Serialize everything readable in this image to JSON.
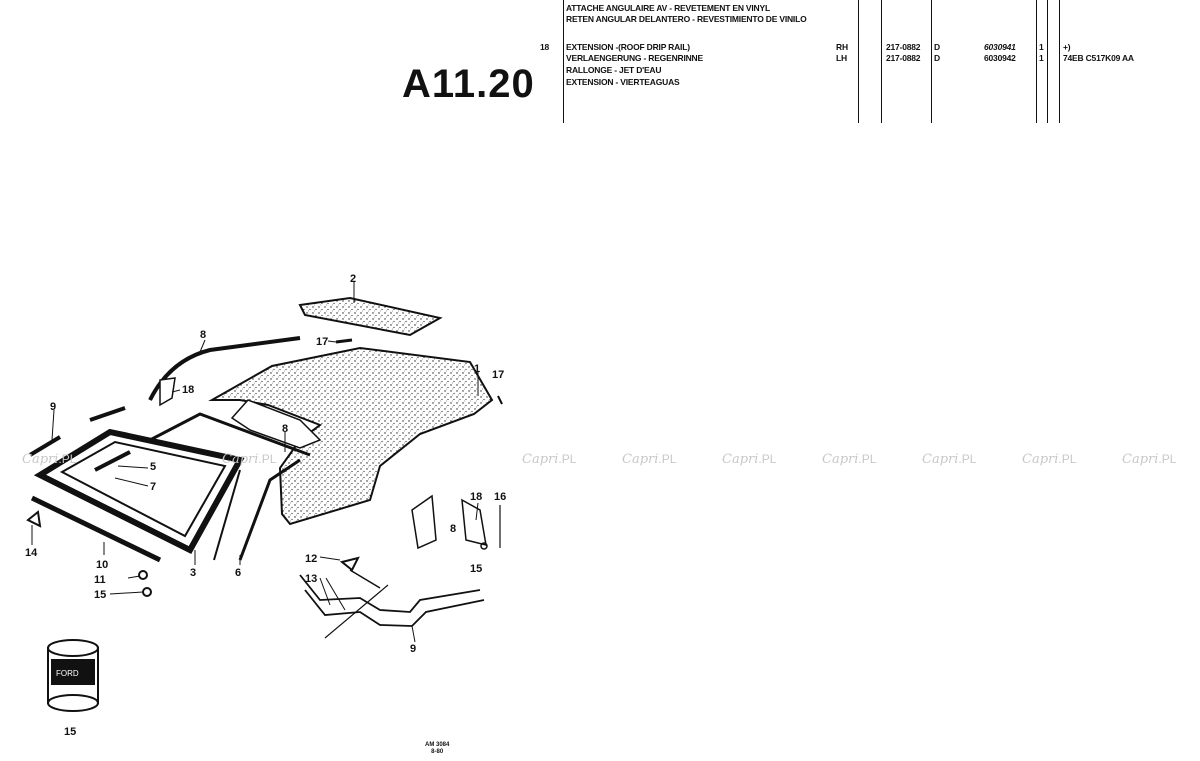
{
  "page": {
    "code": "A11.20"
  },
  "header_rows": [
    {
      "desc": "ATTACHE ANGULAIRE AV - REVETEMENT EN VINYL"
    },
    {
      "desc": "RETEN ANGULAR DELANTERO - REVESTIMIENTO DE VINILO"
    }
  ],
  "part_entry": {
    "item": "18",
    "descriptions": [
      "EXTENSION -(ROOF DRIP RAIL)",
      "VERLAENGERUNG - REGENRINNE",
      "RALLONGE - JET D'EAU",
      "EXTENSION - VIERTEAGUAS"
    ],
    "rows": [
      {
        "side": "RH",
        "ref": "217-0882",
        "code": "D",
        "part_no": "6030941",
        "qty": "1",
        "note": "+)"
      },
      {
        "side": "LH",
        "ref": "217-0882",
        "code": "D",
        "part_no": "6030942",
        "qty": "1",
        "note": "74EB C517K09 AA"
      }
    ]
  },
  "callouts": [
    "1",
    "2",
    "3",
    "5",
    "6",
    "7",
    "8",
    "8",
    "9",
    "9",
    "10",
    "11",
    "12",
    "13",
    "14",
    "15",
    "15",
    "16",
    "17",
    "17",
    "18",
    "18",
    "8"
  ],
  "watermark": {
    "brand": "Capri",
    "suffix": ".PL"
  },
  "footer": {
    "line1": "AM 3084",
    "line2": "8-80"
  },
  "colors": {
    "ink": "#111111",
    "watermark": "#c8c8c8"
  }
}
